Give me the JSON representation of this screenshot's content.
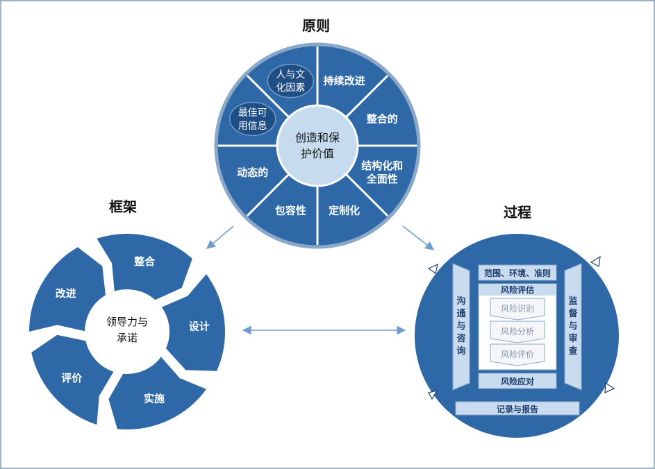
{
  "principles": {
    "title": "原则",
    "center": [
      "创造和保",
      "护价值"
    ],
    "segments": [
      {
        "lines": [
          "持续改进"
        ],
        "highlight": false
      },
      {
        "lines": [
          "整合的"
        ],
        "highlight": false
      },
      {
        "lines": [
          "结构化和",
          "全面性"
        ],
        "highlight": false
      },
      {
        "lines": [
          "定制化"
        ],
        "highlight": false
      },
      {
        "lines": [
          "包容性"
        ],
        "highlight": false
      },
      {
        "lines": [
          "动态的"
        ],
        "highlight": false
      },
      {
        "lines": [
          "最佳可",
          "用信息"
        ],
        "highlight": true
      },
      {
        "lines": [
          "人与文",
          "化因素"
        ],
        "highlight": true
      }
    ]
  },
  "framework": {
    "title": "框架",
    "center": [
      "领导力与",
      "承诺"
    ],
    "segments": [
      "整合",
      "设计",
      "实施",
      "评价",
      "改进"
    ]
  },
  "process": {
    "title": "过程",
    "scope": "范围、环境、准则",
    "assessment_title": "风险评估",
    "assessment_steps": [
      "风险识别",
      "风险分析",
      "风险评价"
    ],
    "treatment": "风险应对",
    "communication": [
      "沟",
      "通",
      "与",
      "咨",
      "询"
    ],
    "monitoring": [
      "监",
      "督",
      "与",
      "审",
      "查"
    ],
    "recording": "记录与报告"
  },
  "colors": {
    "primary": "#2e68a6",
    "dark": "#1f4e85",
    "light_panel": "#c9dcef",
    "center_fill": "#c7dbef",
    "border": "#9fb2c8",
    "arrow": "#6f9ccb"
  }
}
